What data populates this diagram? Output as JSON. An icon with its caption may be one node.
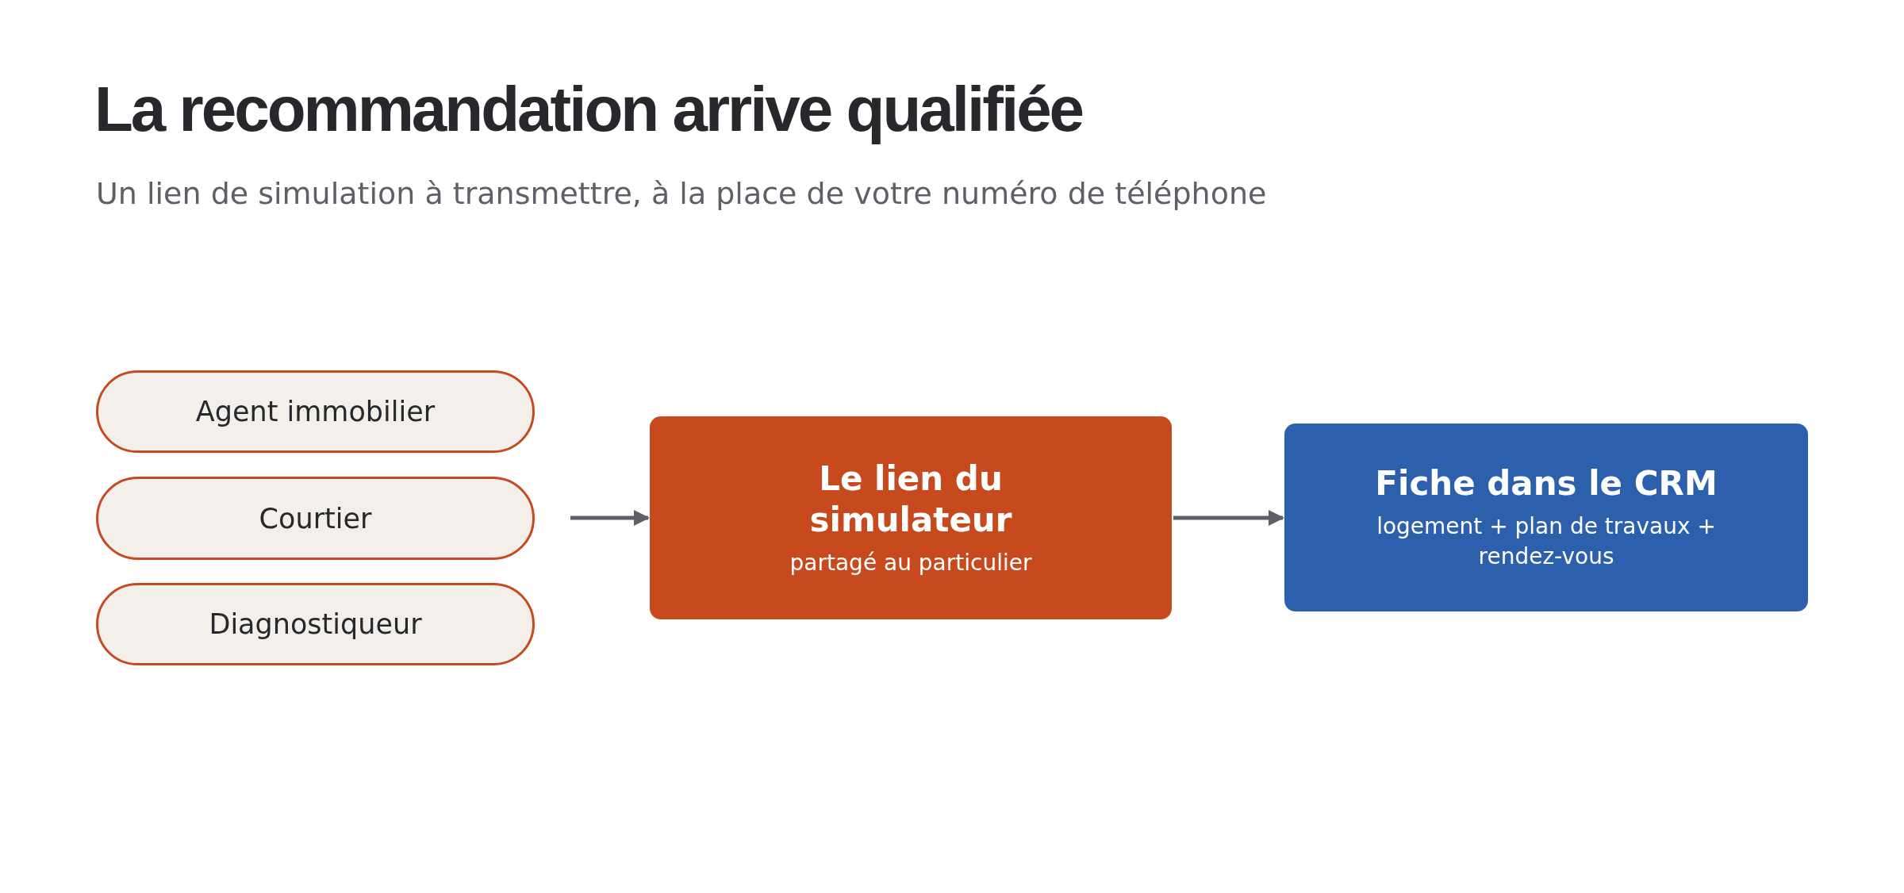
{
  "diagram": {
    "title": "La recommandation arrive qualifiée",
    "caption": "Un lien de simulation à transmettre, à la place de votre numéro de téléphone",
    "nodes": [
      {
        "text": [
          "Agent immobilier"
        ]
      },
      {
        "text": [
          "Courtier"
        ]
      },
      {
        "text": [
          "Diagnostiqueur"
        ]
      },
      {
        "text": [
          "Le lien du simulateur",
          "partagé au particulier"
        ]
      },
      {
        "text": [
          "Fiche dans le CRM",
          "logement + plan de travaux + rendez-vous"
        ]
      }
    ],
    "edges": [
      {
        "from": null,
        "to": 3,
        "arrow": "to"
      },
      {
        "from": 3,
        "to": 4,
        "arrow": "to"
      }
    ]
  }
}
